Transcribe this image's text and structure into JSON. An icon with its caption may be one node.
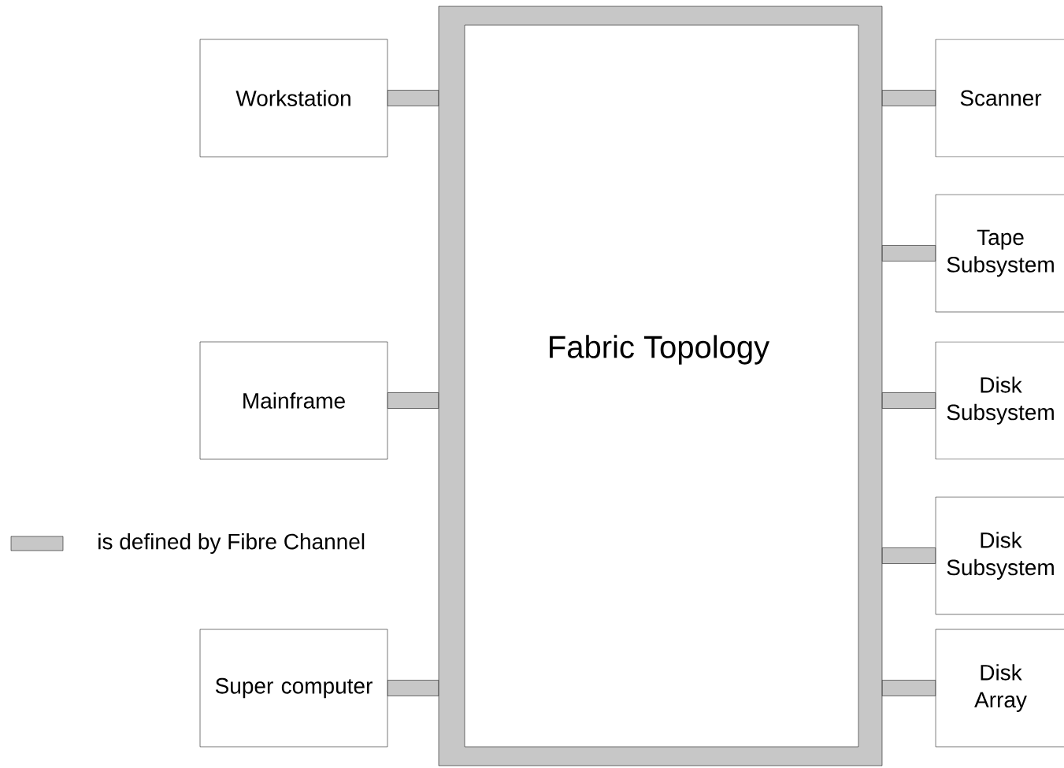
{
  "diagram": {
    "nodes": [
      {
        "text": [
          "Fabric Topology"
        ]
      },
      {
        "text": [
          "Workstation"
        ]
      },
      {
        "text": [
          "Mainframe"
        ]
      },
      {
        "text": [
          "Super computer"
        ]
      },
      {
        "text": [
          "Scanner"
        ]
      },
      {
        "text": [
          "Tape Subsystem"
        ]
      },
      {
        "text": [
          "Disk Subsystem"
        ]
      },
      {
        "text": [
          "Disk Subsystem"
        ]
      },
      {
        "text": [
          "Disk Array"
        ]
      }
    ],
    "edges": [
      {
        "from": 1,
        "to": 0,
        "arrow": "none",
        "style": "thick"
      },
      {
        "from": 2,
        "to": 0,
        "arrow": "none",
        "style": "thick"
      },
      {
        "from": 3,
        "to": 0,
        "arrow": "none",
        "style": "thick"
      },
      {
        "from": 4,
        "to": 0,
        "arrow": "none",
        "style": "thick"
      },
      {
        "from": 5,
        "to": 0,
        "arrow": "none",
        "style": "thick"
      },
      {
        "from": 6,
        "to": 0,
        "arrow": "none",
        "style": "thick"
      },
      {
        "from": 7,
        "to": 0,
        "arrow": "none",
        "style": "thick"
      },
      {
        "from": 8,
        "to": 0,
        "arrow": "none",
        "style": "thick"
      }
    ],
    "legend": [
      {
        "text": "is defined by Fibre Channel"
      }
    ]
  }
}
